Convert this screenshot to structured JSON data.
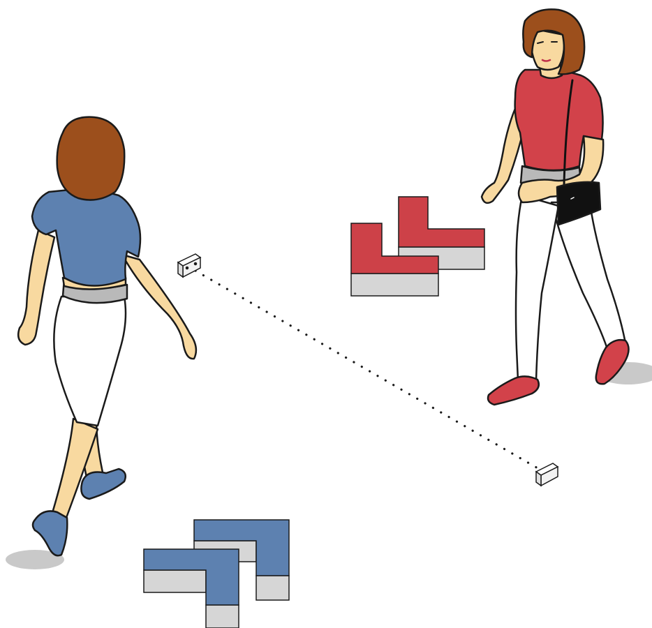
{
  "scene": {
    "background": "#ffffff",
    "colors": {
      "skin": "#f8d9a0",
      "hair": "#9c4f1c",
      "blue_shirt": "#5d81b0",
      "red_shirt": "#d2424a",
      "pants": "#ffffff",
      "belt": "#b9b9b9",
      "outline": "#1a1a1a",
      "shadow": "#c9c9c9",
      "red_shoes": "#d2424a",
      "blue_shoes": "#5d81b0",
      "bag": "#111111",
      "block_red": "#cd4148",
      "block_blue": "#5d81b0",
      "block_side": "#d6d6d6",
      "sensor": "#f2f2f2"
    },
    "elements": {
      "person_left": {
        "shirt": "blue",
        "icon": "walking-person-icon"
      },
      "person_right": {
        "shirt": "red",
        "icon": "walking-person-icon"
      },
      "sensor_pair": {
        "icon": "sensor-icon",
        "beam": "dotted-line"
      },
      "footprint_markers": [
        {
          "color": "red",
          "count": 2
        },
        {
          "color": "blue",
          "count": 2
        }
      ]
    }
  }
}
